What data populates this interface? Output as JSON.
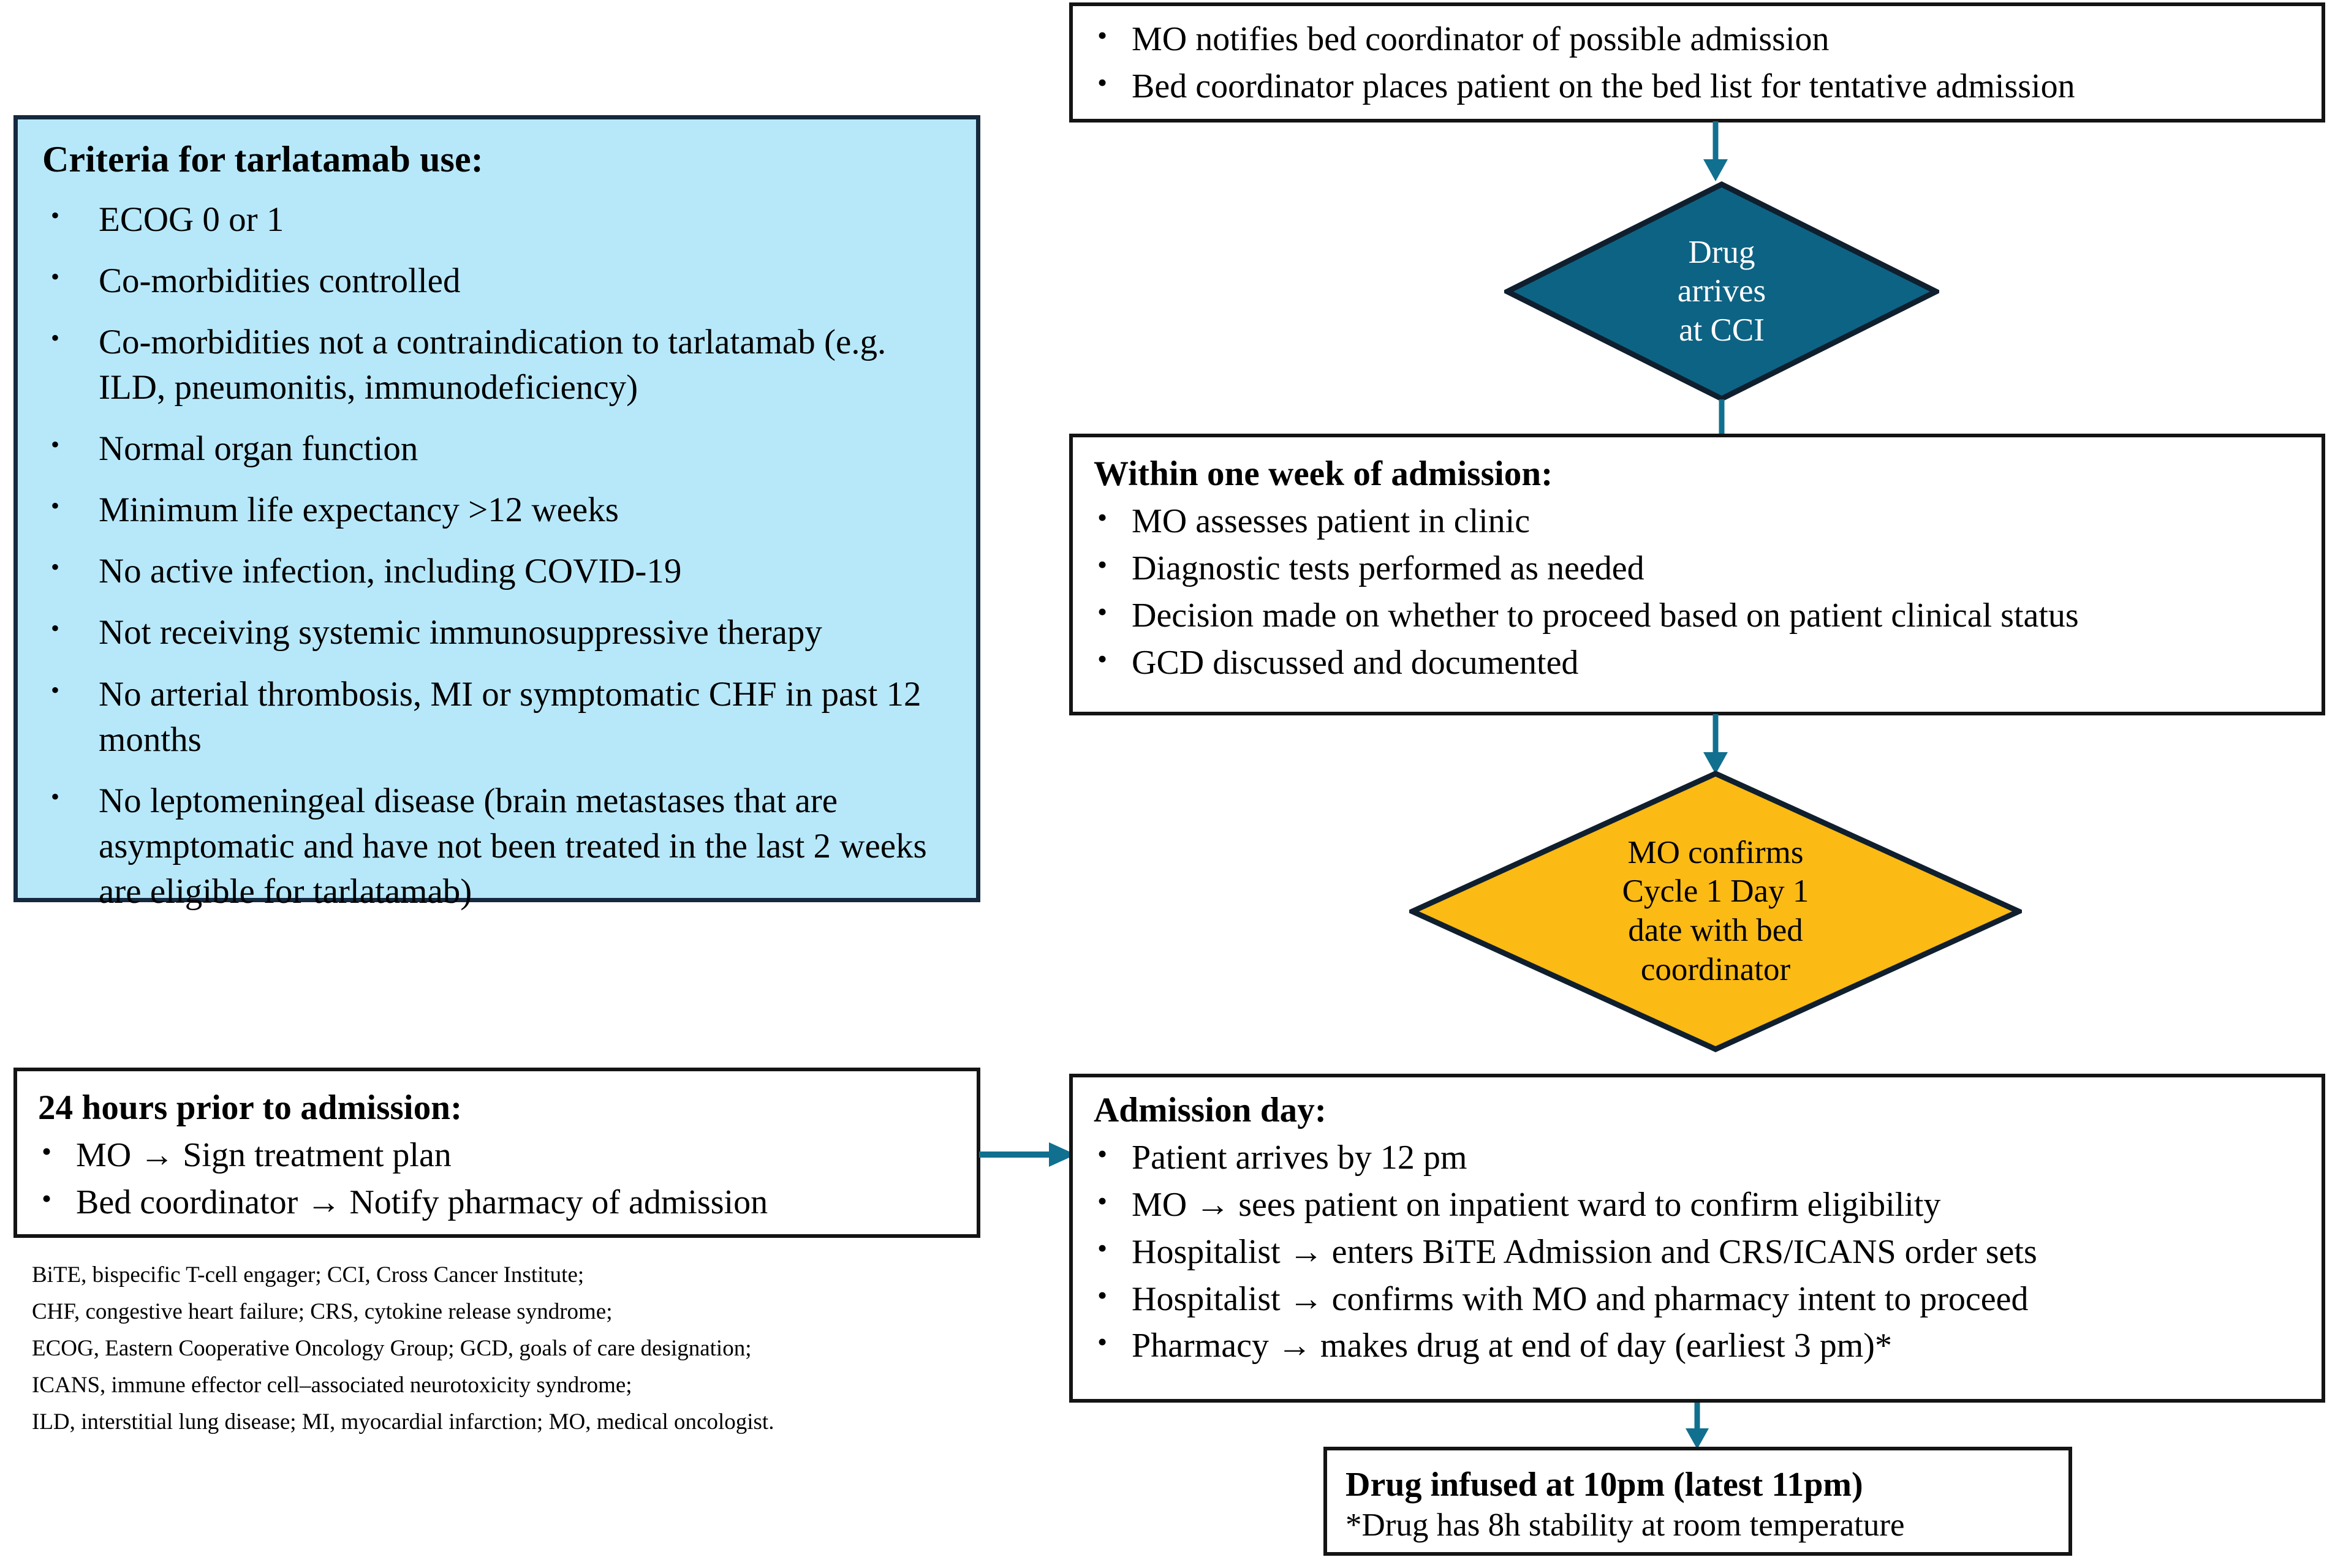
{
  "colors": {
    "criteria_fill": "#b7e8fa",
    "criteria_border": "#15293f",
    "box_border": "#141414",
    "teal_diamond_fill": "#0d6384",
    "teal_diamond_border": "#0f1f2e",
    "amber_diamond_fill": "#fbba14",
    "amber_diamond_border": "#0f1f2e",
    "connector": "#11708f",
    "page_background": "#ffffff",
    "text": "#000000",
    "diamond_teal_text": "#ffffff"
  },
  "criteria_box": {
    "title": "Criteria for tarlatamab use:",
    "items": [
      "ECOG 0 or 1",
      "Co-morbidities controlled",
      "Co-morbidities not a contraindication to tarlatamab (e.g. ILD, pneumonitis, immunodeficiency)",
      "Normal organ function",
      "Minimum life expectancy >12 weeks",
      "No active infection, including COVID-19",
      "Not receiving systemic immunosuppressive therapy",
      "No arterial thrombosis, MI or symptomatic CHF in past 12 months",
      "No leptomeningeal disease (brain metastases that are asymptomatic and have not been treated in the last 2 weeks are eligible for tarlatamab)"
    ]
  },
  "notification_box": {
    "items": [
      "MO notifies bed coordinator of possible admission",
      "Bed coordinator places patient on the bed list for tentative admission"
    ]
  },
  "drug_arrives_diamond": {
    "label": "Drug\narrives\nat CCI"
  },
  "within_week_box": {
    "title": "Within one week of admission:",
    "items": [
      "MO assesses patient in clinic",
      "Diagnostic tests performed as needed",
      "Decision made on whether to proceed based on patient clinical status",
      "GCD discussed and documented"
    ]
  },
  "confirm_date_diamond": {
    "label": "MO confirms\nCycle 1 Day 1\ndate with bed\ncoordinator"
  },
  "prior_admission_box": {
    "title": "24 hours prior to admission:",
    "items": [
      "MO → Sign treatment plan",
      "Bed coordinator → Notify pharmacy of admission"
    ]
  },
  "admission_day_box": {
    "title": "Admission day:",
    "items": [
      "Patient arrives by 12 pm",
      "MO → sees patient on inpatient ward to confirm eligibility",
      "Hospitalist → enters BiTE Admission and CRS/ICANS order sets",
      "Hospitalist → confirms with MO and pharmacy intent to proceed",
      "Pharmacy → makes drug at end of day (earliest 3 pm)*"
    ]
  },
  "drug_infused_box": {
    "title": "Drug infused at 10pm (latest 11pm)",
    "subtitle": "*Drug has 8h stability at room temperature"
  },
  "footnotes": {
    "lines": [
      "BiTE, bispecific T-cell engager; CCI, Cross Cancer Institute;",
      "CHF, congestive heart failure; CRS, cytokine release syndrome;",
      "ECOG, Eastern Cooperative Oncology Group; GCD, goals of care designation;",
      "ICANS, immune effector cell–associated neurotoxicity syndrome;",
      "ILD, interstitial lung disease; MI, myocardial infarction; MO, medical oncologist."
    ]
  }
}
